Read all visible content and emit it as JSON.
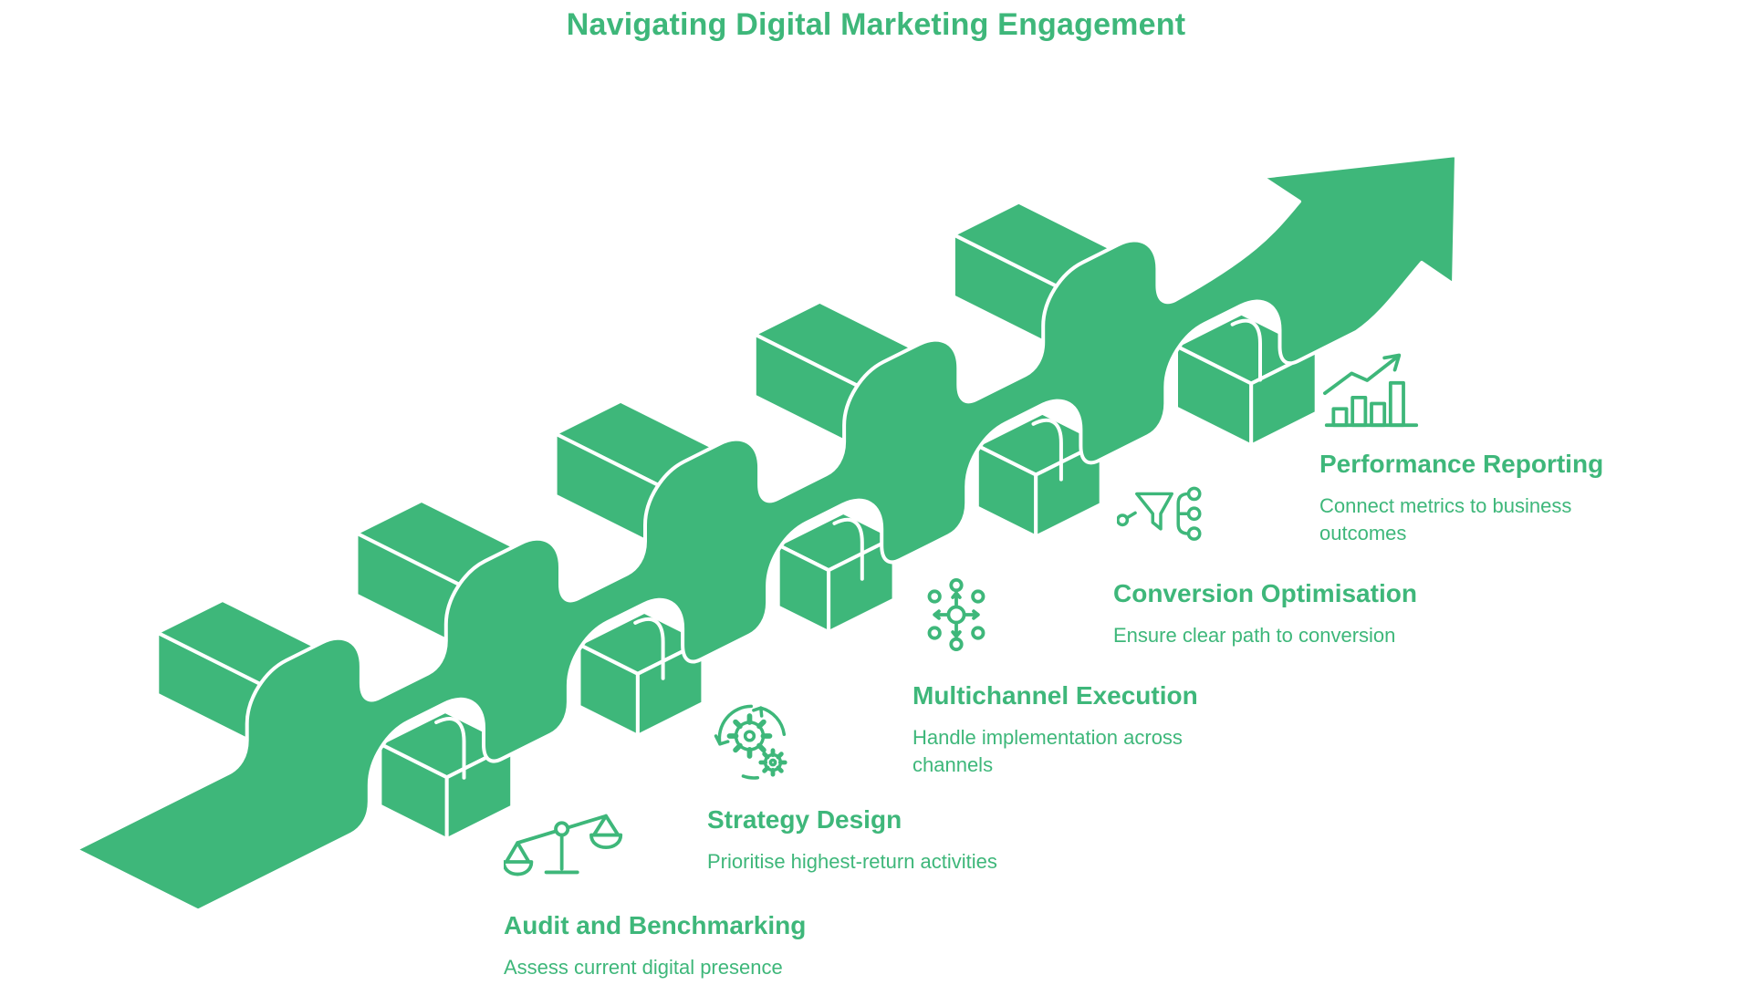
{
  "title": "Navigating Digital Marketing Engagement",
  "colors": {
    "accent": "#3eb77a",
    "background": "#ffffff",
    "outline": "#ffffff"
  },
  "illustration": {
    "description": "isometric ribbon arrow weaving over five crossbars",
    "direction": "bottom-left to top-right"
  },
  "stages": [
    {
      "icon": "balance-scale-icon",
      "title": "Audit and Benchmarking",
      "description": "Assess current digital presence"
    },
    {
      "icon": "gears-cycle-icon",
      "title": "Strategy Design",
      "description": "Prioritise highest-return activities"
    },
    {
      "icon": "network-hub-icon",
      "title": "Multichannel Execution",
      "description": "Handle implementation across channels"
    },
    {
      "icon": "funnel-flow-icon",
      "title": "Conversion Optimisation",
      "description": "Ensure clear path to conversion"
    },
    {
      "icon": "growth-chart-icon",
      "title": "Performance Reporting",
      "description": "Connect metrics to business outcomes"
    }
  ]
}
